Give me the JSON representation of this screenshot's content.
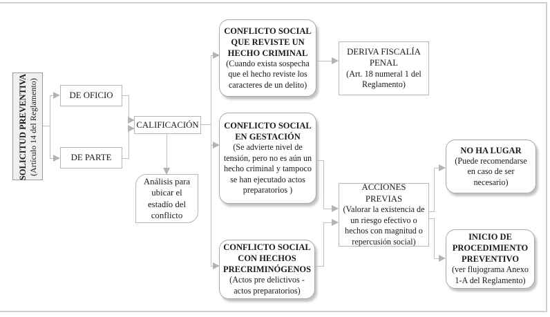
{
  "nodes": {
    "solicitud": {
      "title": "SOLICITUD PREVENTIVA",
      "subtitle": "(Artículo 14 del Reglamento)"
    },
    "de_oficio": {
      "label": "DE OFICIO"
    },
    "de_parte": {
      "label": "DE PARTE"
    },
    "calificacion": {
      "label": "CALIFICACIÓN"
    },
    "analisis": {
      "label": "Análisis para ubicar el estadío del conflicto"
    },
    "conflicto_criminal": {
      "title": "CONFLICTO SOCIAL QUE REVISTE UN HECHO CRIMINAL",
      "subtitle": "(Cuando exista sospecha que el hecho reviste los caracteres de un delito)"
    },
    "deriva_fiscalia": {
      "title": "DERIVA FISCALÍA PENAL",
      "subtitle": "(Art. 18 numeral 1 del Reglamento)"
    },
    "conflicto_gestacion": {
      "title": "CONFLICTO SOCIAL EN GESTACIÓN",
      "subtitle": "(Se advierte nivel de tensión, pero no es aún un hecho criminal y tampoco se han ejecutado actos preparatorios )"
    },
    "conflicto_precriminogenos": {
      "title": "CONFLICTO SOCIAL CON HECHOS PRECRIMINÓGENOS",
      "subtitle": "(Actos pre delictivos - actos preparatorios)"
    },
    "acciones_previas": {
      "title": "ACCIONES PREVIAS",
      "subtitle": "(Valorar la existencia de un riesgo efectivo o hechos con magnitud o repercusión social)"
    },
    "no_ha_lugar": {
      "title": "NO HA LUGAR",
      "subtitle": "(Puede recomendarse en caso de ser necesario)"
    },
    "inicio_procedimiento": {
      "title": "INICIO DE PROCEDIMIENTO PREVENTIVO",
      "subtitle": "(ver flujograma Anexo 1-A del Reglamento)"
    }
  },
  "colors": {
    "frame": "#cfcfcf",
    "box_border": "#b5b5b5",
    "rounded_box_border": "#a8a8a8",
    "line": "#bdbdbd",
    "arrowhead": "#b3b3b3",
    "solicitud_fill": "#f0f0f0",
    "box_shadow": "#c2c2c2",
    "text": "#1a1a1a",
    "background": "#ffffff"
  }
}
